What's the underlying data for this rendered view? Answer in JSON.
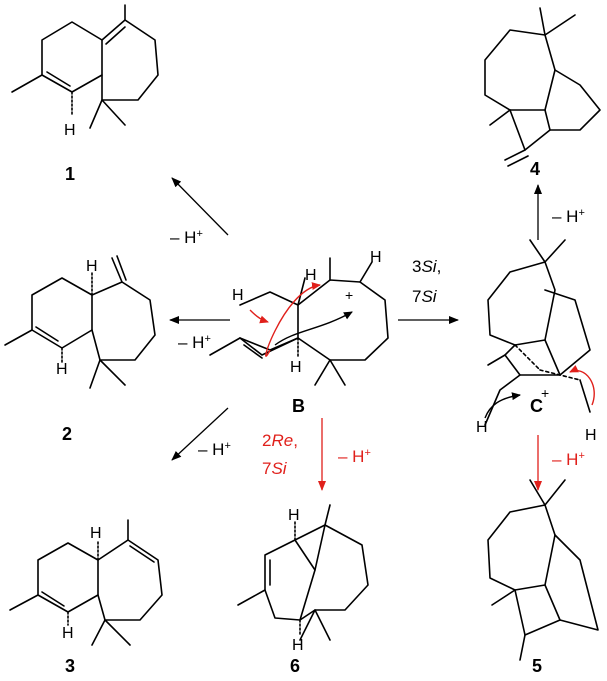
{
  "compounds": {
    "c1": "1",
    "c2": "2",
    "c3": "3",
    "c4": "4",
    "c5": "5",
    "c6": "6",
    "cB": "B",
    "cC": "C"
  },
  "arrows": {
    "to1": "– H",
    "to2": "– H",
    "to3": "– H",
    "to4": "– H",
    "to5": "– H",
    "to6": "– H",
    "plus": "+",
    "toC_line1": "3",
    "toC_line1_it": "Si",
    "toC_line1_end": ",",
    "toC_line2": "7",
    "toC_line2_it": "Si",
    "to6_line1": "2",
    "to6_line1_it": "Re",
    "to6_line1_end": ",",
    "to6_line2": "7",
    "to6_line2_it": "Si"
  },
  "atoms": {
    "H": "H",
    "cation": "+"
  },
  "colors": {
    "black": "#000000",
    "red": "#e0201b"
  }
}
